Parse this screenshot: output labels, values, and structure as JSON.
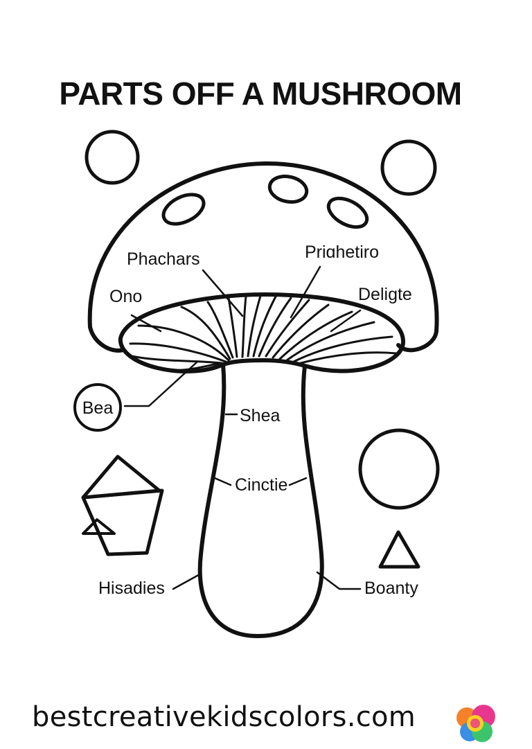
{
  "title": "PARTS OFF A MUSHROOM",
  "labels": {
    "phachars": "Phachars",
    "prighetiro": "Priɑhetiro",
    "ono": "Ono",
    "deligte": "Deligte",
    "bea": "Bea",
    "shea": "Shea",
    "cinctie": "Cinctie",
    "hisadies": "Hisadies",
    "boanty": "Boanty"
  },
  "footer": {
    "website": "bestcreativekidscolors.com",
    "logo_icon": "rainbow-heart-logo-icon"
  },
  "colors": {
    "ink": "#111111",
    "background": "#ffffff",
    "logo_pink": "#e8368f",
    "logo_yellow": "#f7d21e",
    "logo_green": "#3cc46b",
    "logo_blue": "#3a8ee6",
    "logo_orange": "#f5822a"
  }
}
